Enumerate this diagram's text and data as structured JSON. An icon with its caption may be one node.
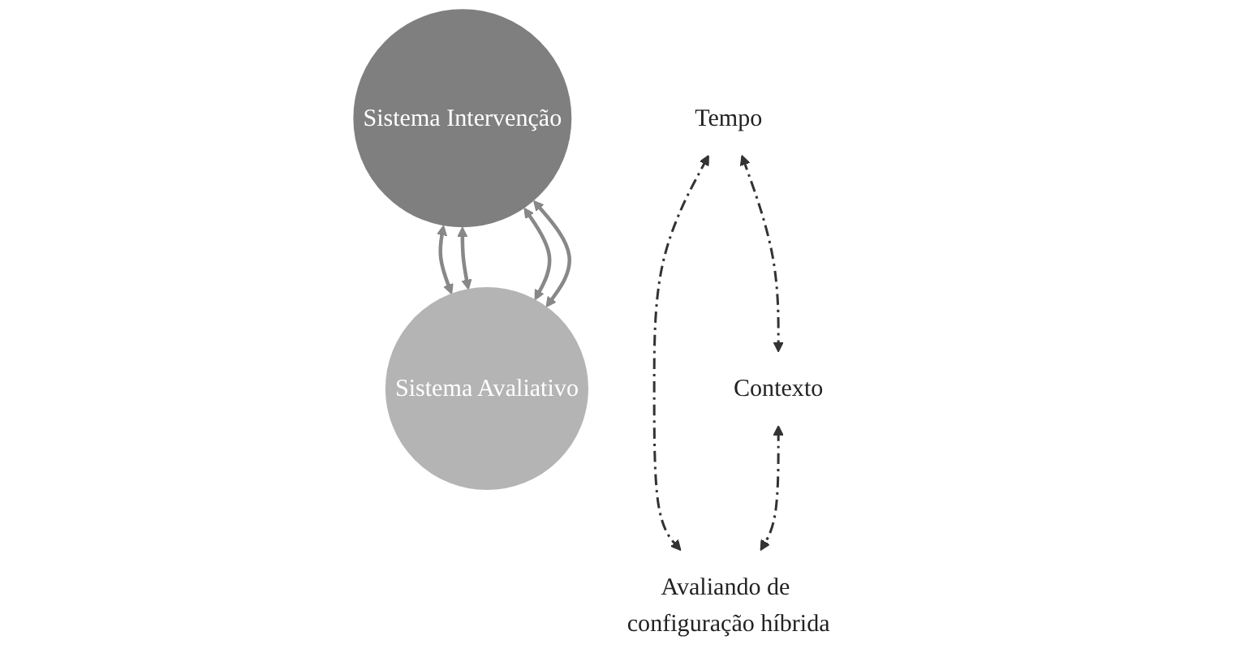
{
  "diagram": {
    "nodes": [
      {
        "text": [
          "Tempo"
        ]
      },
      {
        "text": [
          "Sistema Intervenção"
        ]
      },
      {
        "text": [
          "Sistema Avaliativo"
        ]
      },
      {
        "text": [
          "Contexto"
        ]
      },
      {
        "text": [
          "Avaliando de configuração híbrida"
        ]
      }
    ],
    "edges": [
      {
        "from": 0,
        "to": 3,
        "arrow": "both",
        "style": "dashed",
        "color": "#333333"
      },
      {
        "from": 0,
        "to": 4,
        "arrow": "both",
        "style": "dashed",
        "color": "#333333"
      },
      {
        "from": 1,
        "to": 2,
        "arrow": "both"
      },
      {
        "from": 1,
        "to": 2,
        "arrow": "both"
      },
      {
        "from": 1,
        "to": 2,
        "arrow": "both"
      },
      {
        "from": 1,
        "to": 2,
        "arrow": "both"
      },
      {
        "from": 3,
        "to": 4,
        "arrow": "both",
        "style": "dashed",
        "color": "#333333"
      }
    ]
  }
}
